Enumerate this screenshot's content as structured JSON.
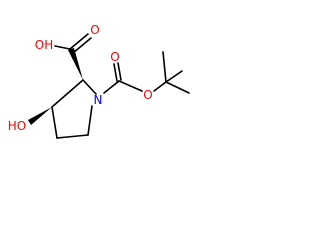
{
  "atoms": {
    "acid_hydroxyl": {
      "text": "OH",
      "color": "#ff0000"
    },
    "acid_carbonyl_oxygen": {
      "text": "O",
      "color": "#ff0000"
    },
    "ring_hydroxyl": {
      "text": "HO",
      "color": "#ff0000"
    },
    "ring_nitrogen": {
      "text": "N",
      "color": "#0000ff"
    },
    "ester_oxygen": {
      "text": "O",
      "color": "#ff0000"
    },
    "boc_carbonyl_oxygen": {
      "text": "O",
      "color": "#ff0000"
    }
  }
}
